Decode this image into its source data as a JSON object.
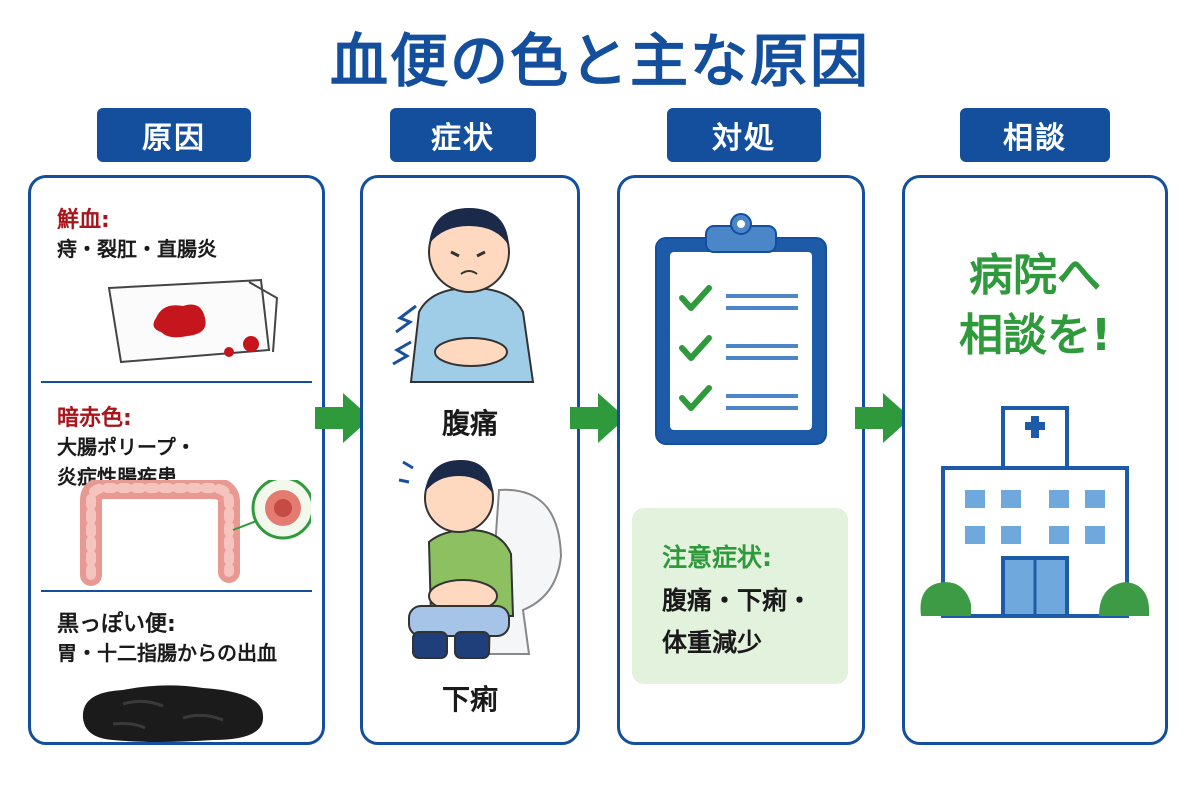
{
  "title": "血便の色と主な原因",
  "columns": {
    "cause": {
      "header": "原因",
      "items": [
        {
          "heading": "鮮血:",
          "desc_lines": [
            "痔・裂肛・直腸炎"
          ]
        },
        {
          "heading": "暗赤色:",
          "desc_lines": [
            "大腸ポリープ・",
            "炎症性腸疾患"
          ]
        },
        {
          "heading": "黒っぽい便:",
          "desc_lines": [
            "胃・十二指腸からの出血"
          ]
        }
      ]
    },
    "symptom": {
      "header": "症状",
      "items": [
        {
          "label": "腹痛"
        },
        {
          "label": "下痢"
        }
      ]
    },
    "response": {
      "header": "対処",
      "warning_title": "注意症状:",
      "warning_lines": [
        "腹痛・下痢・",
        "体重減少"
      ]
    },
    "consult": {
      "header": "相談",
      "message_lines": [
        "病院へ",
        "相談を!"
      ]
    }
  },
  "colors": {
    "primary": "#134f9c",
    "blood_red": "#a8161c",
    "accent_green": "#2f9a3c",
    "warning_bg": "#e3f2dc"
  },
  "icons": [
    "stained-tissue-icon",
    "colon-icon",
    "black-stool-icon",
    "stomach-pain-boy-icon",
    "toilet-boy-icon",
    "clipboard-checklist-icon",
    "hospital-icon",
    "right-arrow-icon"
  ]
}
